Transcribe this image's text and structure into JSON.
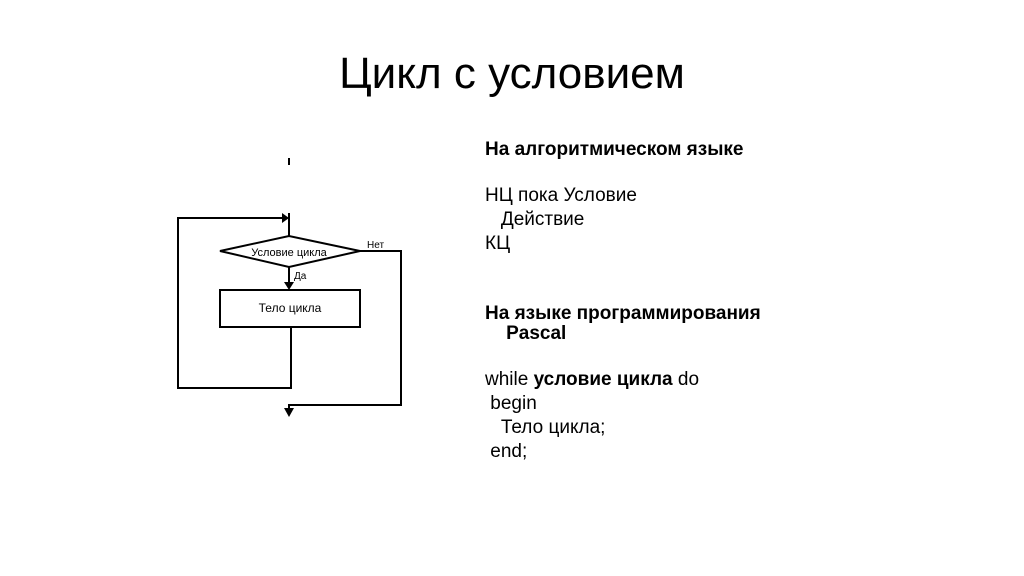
{
  "slide": {
    "title": "Цикл с условием"
  },
  "flowchart": {
    "condition_label": "Условие цикла",
    "yes_label": "Да",
    "no_label": "Нет",
    "body_label": "Тело цикла"
  },
  "algorithmic": {
    "heading": "На алгоритмическом языке",
    "line1": "НЦ пока Условие",
    "line2": "   Действие",
    "line3": "КЦ"
  },
  "pascal": {
    "heading_line1": "На языке программирования",
    "heading_line2": "    Pascal",
    "while_kw": "while ",
    "condition": "условие цикла",
    "do_kw": " do",
    "begin": " begin",
    "body": "   Тело цикла;",
    "end": " end;"
  }
}
